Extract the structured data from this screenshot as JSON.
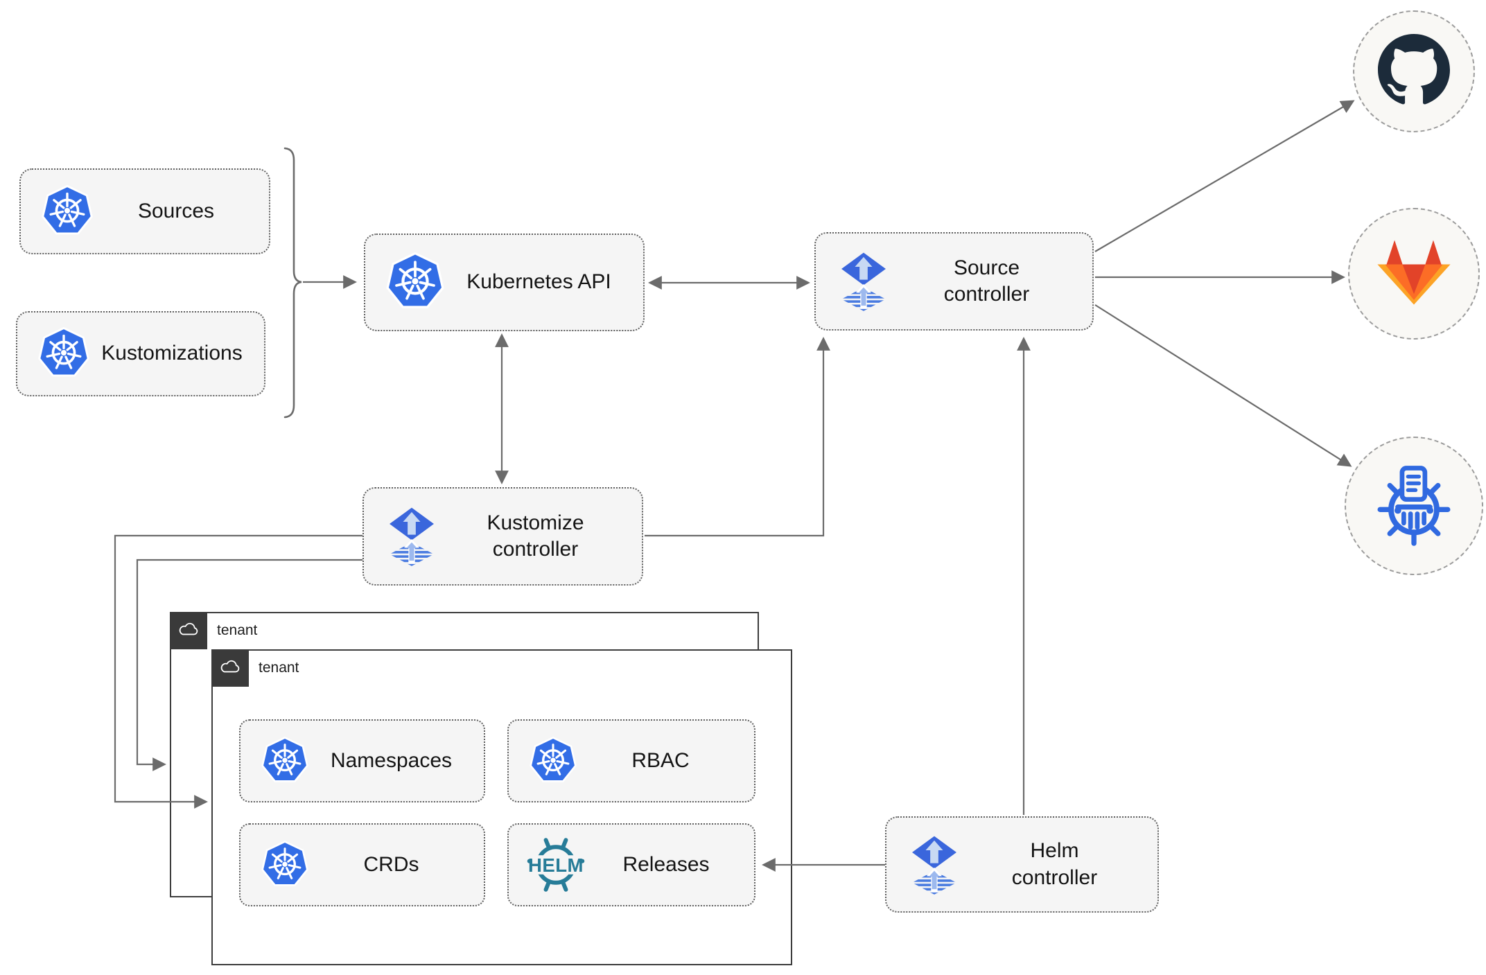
{
  "diagram": {
    "nodes": {
      "sources": {
        "label": "Sources",
        "icon": "kubernetes-icon"
      },
      "kustomizations": {
        "label": "Kustomizations",
        "icon": "kubernetes-icon"
      },
      "kubernetes_api": {
        "label": "Kubernetes API",
        "icon": "kubernetes-icon"
      },
      "source_controller": {
        "label": "Source\ncontroller",
        "icon": "flux-icon"
      },
      "kustomize_controller": {
        "label": "Kustomize\ncontroller",
        "icon": "flux-icon"
      },
      "helm_controller": {
        "label": "Helm\ncontroller",
        "icon": "flux-icon"
      },
      "tenant_back": {
        "label": "tenant",
        "icon": "cloud-icon"
      },
      "tenant_front": {
        "label": "tenant",
        "icon": "cloud-icon"
      },
      "namespaces": {
        "label": "Namespaces",
        "icon": "kubernetes-icon"
      },
      "rbac": {
        "label": "RBAC",
        "icon": "kubernetes-icon"
      },
      "crds": {
        "label": "CRDs",
        "icon": "kubernetes-icon"
      },
      "releases": {
        "label": "Releases",
        "icon": "helm-icon",
        "icon_text": "HELM"
      },
      "github": {
        "icon": "github-icon"
      },
      "gitlab": {
        "icon": "gitlab-icon"
      },
      "chartmuseum": {
        "icon": "chartmuseum-icon"
      }
    },
    "edges": [
      {
        "from": "sources+kustomizations",
        "to": "kubernetes_api",
        "style": "arrow"
      },
      {
        "from": "kubernetes_api",
        "to": "source_controller",
        "style": "bidirectional"
      },
      {
        "from": "kubernetes_api",
        "to": "kustomize_controller",
        "style": "bidirectional"
      },
      {
        "from": "kustomize_controller",
        "to": "source_controller",
        "style": "arrow"
      },
      {
        "from": "helm_controller",
        "to": "source_controller",
        "style": "arrow"
      },
      {
        "from": "source_controller",
        "to": "github",
        "style": "arrow"
      },
      {
        "from": "source_controller",
        "to": "gitlab",
        "style": "arrow"
      },
      {
        "from": "source_controller",
        "to": "chartmuseum",
        "style": "arrow"
      },
      {
        "from": "kustomize_controller",
        "to": "tenant_front",
        "style": "arrow"
      },
      {
        "from": "kustomize_controller",
        "to": "tenant_back",
        "style": "arrow"
      },
      {
        "from": "helm_controller",
        "to": "releases",
        "style": "arrow"
      }
    ],
    "colors": {
      "kubernetes_blue": "#326de6",
      "flux_blue": "#3a66dc",
      "flux_light_arrow": "#c8d9f3",
      "helm_teal": "#277c98",
      "github_dark": "#1c2b3a",
      "gitlab_red": "#e24329",
      "gitlab_orange": "#fc6d26",
      "gitlab_amber": "#fca326",
      "chartmuseum_blue": "#3069e0",
      "edge_gray": "#6b6b6b",
      "node_bg": "#f5f5f5",
      "tenant_dark": "#3a3a3a"
    }
  }
}
